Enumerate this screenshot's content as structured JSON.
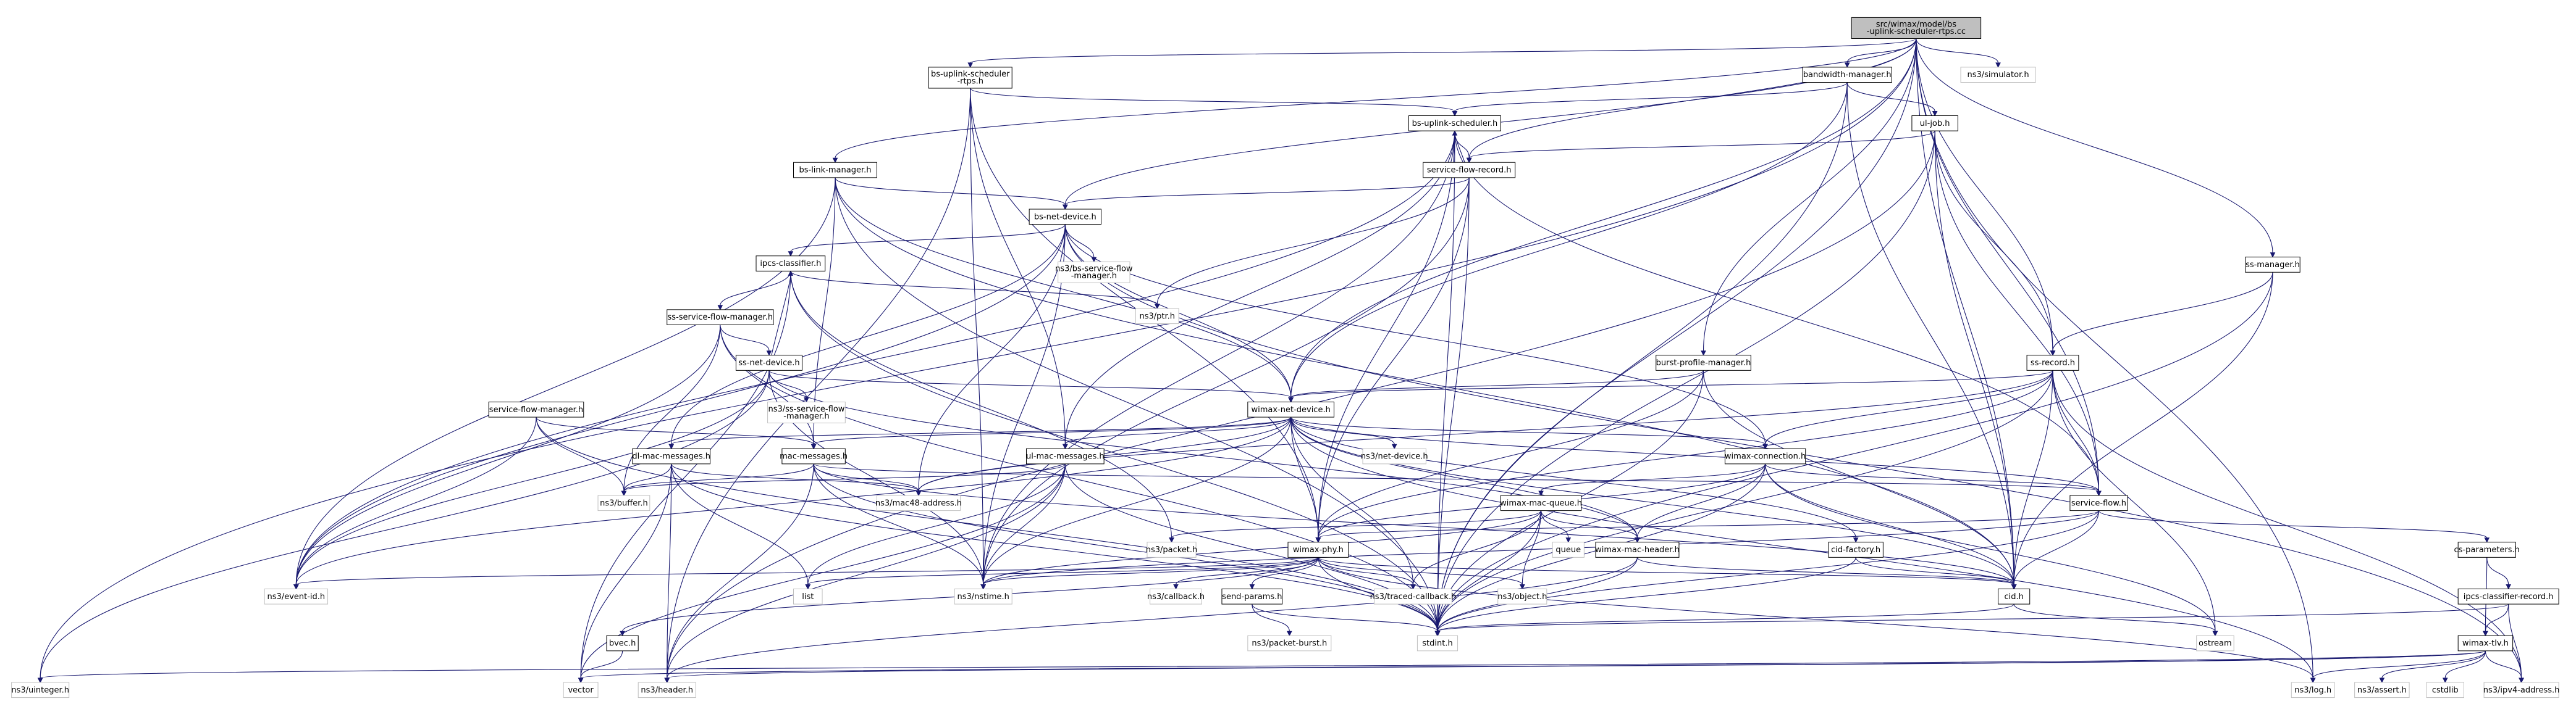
{
  "graph": {
    "root": "n_root",
    "nodes": [
      {
        "id": "n_root",
        "lines": [
          "src/wimax/model/bs",
          "-uplink-scheduler-rtps.cc"
        ],
        "kind": "root"
      },
      {
        "id": "n_bsrtps",
        "lines": [
          "bs-uplink-scheduler",
          "-rtps.h"
        ],
        "kind": "internal"
      },
      {
        "id": "n_bwmgr",
        "lines": [
          "bandwidth-manager.h"
        ],
        "kind": "internal"
      },
      {
        "id": "n_sim",
        "lines": [
          "ns3/simulator.h"
        ],
        "kind": "external"
      },
      {
        "id": "n_bsup",
        "lines": [
          "bs-uplink-scheduler.h"
        ],
        "kind": "internal"
      },
      {
        "id": "n_uljob",
        "lines": [
          "ul-job.h"
        ],
        "kind": "internal"
      },
      {
        "id": "n_bslink",
        "lines": [
          "bs-link-manager.h"
        ],
        "kind": "internal"
      },
      {
        "id": "n_sfrec",
        "lines": [
          "service-flow-record.h"
        ],
        "kind": "internal"
      },
      {
        "id": "n_bsnet",
        "lines": [
          "bs-net-device.h"
        ],
        "kind": "internal"
      },
      {
        "id": "n_ipcs",
        "lines": [
          "ipcs-classifier.h"
        ],
        "kind": "internal"
      },
      {
        "id": "n_bssfm",
        "lines": [
          "ns3/bs-service-flow",
          "-manager.h"
        ],
        "kind": "external"
      },
      {
        "id": "n_ptr",
        "lines": [
          "ns3/ptr.h"
        ],
        "kind": "external"
      },
      {
        "id": "n_sssfm",
        "lines": [
          "ss-service-flow-manager.h"
        ],
        "kind": "internal"
      },
      {
        "id": "n_ssnet",
        "lines": [
          "ss-net-device.h"
        ],
        "kind": "internal"
      },
      {
        "id": "n_sssfm2",
        "lines": [
          "ns3/ss-service-flow",
          "-manager.h"
        ],
        "kind": "external"
      },
      {
        "id": "n_sfm",
        "lines": [
          "service-flow-manager.h"
        ],
        "kind": "internal"
      },
      {
        "id": "n_burst",
        "lines": [
          "burst-profile-manager.h"
        ],
        "kind": "internal"
      },
      {
        "id": "n_ssmgr",
        "lines": [
          "ss-manager.h"
        ],
        "kind": "internal"
      },
      {
        "id": "n_ssrec",
        "lines": [
          "ss-record.h"
        ],
        "kind": "internal"
      },
      {
        "id": "n_wnd",
        "lines": [
          "wimax-net-device.h"
        ],
        "kind": "internal"
      },
      {
        "id": "n_netdev",
        "lines": [
          "ns3/net-device.h"
        ],
        "kind": "external"
      },
      {
        "id": "n_dlmac",
        "lines": [
          "dl-mac-messages.h"
        ],
        "kind": "internal"
      },
      {
        "id": "n_macmsg",
        "lines": [
          "mac-messages.h"
        ],
        "kind": "internal"
      },
      {
        "id": "n_ulmac",
        "lines": [
          "ul-mac-messages.h"
        ],
        "kind": "internal"
      },
      {
        "id": "n_wconn",
        "lines": [
          "wimax-connection.h"
        ],
        "kind": "internal"
      },
      {
        "id": "n_buffer",
        "lines": [
          "ns3/buffer.h"
        ],
        "kind": "external"
      },
      {
        "id": "n_mac48",
        "lines": [
          "ns3/mac48-address.h"
        ],
        "kind": "external"
      },
      {
        "id": "n_wmq",
        "lines": [
          "wimax-mac-queue.h"
        ],
        "kind": "internal"
      },
      {
        "id": "n_sflow",
        "lines": [
          "service-flow.h"
        ],
        "kind": "internal"
      },
      {
        "id": "n_packet",
        "lines": [
          "ns3/packet.h"
        ],
        "kind": "external"
      },
      {
        "id": "n_wphy",
        "lines": [
          "wimax-phy.h"
        ],
        "kind": "internal"
      },
      {
        "id": "n_queue",
        "lines": [
          "queue"
        ],
        "kind": "external"
      },
      {
        "id": "n_wmh",
        "lines": [
          "wimax-mac-header.h"
        ],
        "kind": "internal"
      },
      {
        "id": "n_cidf",
        "lines": [
          "cid-factory.h"
        ],
        "kind": "internal"
      },
      {
        "id": "n_csp",
        "lines": [
          "cs-parameters.h"
        ],
        "kind": "internal"
      },
      {
        "id": "n_evid",
        "lines": [
          "ns3/event-id.h"
        ],
        "kind": "external"
      },
      {
        "id": "n_list",
        "lines": [
          "list"
        ],
        "kind": "external"
      },
      {
        "id": "n_nstime",
        "lines": [
          "ns3/nstime.h"
        ],
        "kind": "external"
      },
      {
        "id": "n_cb",
        "lines": [
          "ns3/callback.h"
        ],
        "kind": "external"
      },
      {
        "id": "n_sendp",
        "lines": [
          "send-params.h"
        ],
        "kind": "internal"
      },
      {
        "id": "n_tcb",
        "lines": [
          "ns3/traced-callback.h"
        ],
        "kind": "external"
      },
      {
        "id": "n_obj",
        "lines": [
          "ns3/object.h"
        ],
        "kind": "external"
      },
      {
        "id": "n_cid",
        "lines": [
          "cid.h"
        ],
        "kind": "internal"
      },
      {
        "id": "n_ipcsrec",
        "lines": [
          "ipcs-classifier-record.h"
        ],
        "kind": "internal"
      },
      {
        "id": "n_pburst",
        "lines": [
          "ns3/packet-burst.h"
        ],
        "kind": "external"
      },
      {
        "id": "n_bvec",
        "lines": [
          "bvec.h"
        ],
        "kind": "internal"
      },
      {
        "id": "n_stdint",
        "lines": [
          "stdint.h"
        ],
        "kind": "external"
      },
      {
        "id": "n_ostream",
        "lines": [
          "ostream"
        ],
        "kind": "external"
      },
      {
        "id": "n_wtlv",
        "lines": [
          "wimax-tlv.h"
        ],
        "kind": "internal"
      },
      {
        "id": "n_uint",
        "lines": [
          "ns3/uinteger.h"
        ],
        "kind": "external"
      },
      {
        "id": "n_vector",
        "lines": [
          "vector"
        ],
        "kind": "external"
      },
      {
        "id": "n_header",
        "lines": [
          "ns3/header.h"
        ],
        "kind": "external"
      },
      {
        "id": "n_log",
        "lines": [
          "ns3/log.h"
        ],
        "kind": "external"
      },
      {
        "id": "n_assert",
        "lines": [
          "ns3/assert.h"
        ],
        "kind": "external"
      },
      {
        "id": "n_cstd",
        "lines": [
          "cstdlib"
        ],
        "kind": "external"
      },
      {
        "id": "n_ipv4",
        "lines": [
          "ns3/ipv4-address.h"
        ],
        "kind": "external"
      }
    ],
    "edges": [
      [
        "n_root",
        "n_bsrtps"
      ],
      [
        "n_root",
        "n_bwmgr"
      ],
      [
        "n_root",
        "n_sim"
      ],
      [
        "n_root",
        "n_bslink"
      ],
      [
        "n_root",
        "n_sfrec"
      ],
      [
        "n_root",
        "n_bsnet"
      ],
      [
        "n_root",
        "n_burst"
      ],
      [
        "n_root",
        "n_ssmgr"
      ],
      [
        "n_root",
        "n_ssrec"
      ],
      [
        "n_root",
        "n_sflow"
      ],
      [
        "n_root",
        "n_cid"
      ],
      [
        "n_root",
        "n_stdint"
      ],
      [
        "n_root",
        "n_uint"
      ],
      [
        "n_root",
        "n_log"
      ],
      [
        "n_root",
        "n_wnd"
      ],
      [
        "n_bsrtps",
        "n_bsup"
      ],
      [
        "n_bsrtps",
        "n_ulmac"
      ],
      [
        "n_bsrtps",
        "n_wphy"
      ],
      [
        "n_bsrtps",
        "n_nstime"
      ],
      [
        "n_bsrtps",
        "n_header"
      ],
      [
        "n_bwmgr",
        "n_bsup"
      ],
      [
        "n_bwmgr",
        "n_uljob"
      ],
      [
        "n_bwmgr",
        "n_wnd"
      ],
      [
        "n_bwmgr",
        "n_cid"
      ],
      [
        "n_bwmgr",
        "n_stdint"
      ],
      [
        "n_bsup",
        "n_sfrec"
      ],
      [
        "n_bsup",
        "n_ulmac"
      ],
      [
        "n_bsup",
        "n_wphy"
      ],
      [
        "n_bsup",
        "n_sflow"
      ],
      [
        "n_bsup",
        "n_evid"
      ],
      [
        "n_bsup",
        "n_nstime"
      ],
      [
        "n_bsup",
        "n_stdint"
      ],
      [
        "n_uljob",
        "n_sfrec"
      ],
      [
        "n_uljob",
        "n_ssrec"
      ],
      [
        "n_uljob",
        "n_sflow"
      ],
      [
        "n_uljob",
        "n_cid"
      ],
      [
        "n_uljob",
        "n_stdint"
      ],
      [
        "n_uljob",
        "n_header"
      ],
      [
        "n_bslink",
        "n_bsnet"
      ],
      [
        "n_bslink",
        "n_wnd"
      ],
      [
        "n_bslink",
        "n_macmsg"
      ],
      [
        "n_bslink",
        "n_cid"
      ],
      [
        "n_bslink",
        "n_evid"
      ],
      [
        "n_bslink",
        "n_stdint"
      ],
      [
        "n_sfrec",
        "n_bsup"
      ],
      [
        "n_sfrec",
        "n_bsnet"
      ],
      [
        "n_sfrec",
        "n_ptr"
      ],
      [
        "n_sfrec",
        "n_nstime"
      ],
      [
        "n_sfrec",
        "n_wphy"
      ],
      [
        "n_sfrec",
        "n_stdint"
      ],
      [
        "n_bsnet",
        "n_ipcs"
      ],
      [
        "n_bsnet",
        "n_bssfm"
      ],
      [
        "n_bsnet",
        "n_wnd"
      ],
      [
        "n_bsnet",
        "n_dlmac"
      ],
      [
        "n_bsnet",
        "n_wconn"
      ],
      [
        "n_bsnet",
        "n_mac48"
      ],
      [
        "n_bsnet",
        "n_nstime"
      ],
      [
        "n_bsnet",
        "n_evid"
      ],
      [
        "n_bsnet",
        "n_ipv4"
      ],
      [
        "n_ipcs",
        "n_sssfm"
      ],
      [
        "n_ipcs",
        "n_ptr"
      ],
      [
        "n_ipcs",
        "n_packet"
      ],
      [
        "n_ipcs",
        "n_stdint"
      ],
      [
        "n_ipcs",
        "n_vector"
      ],
      [
        "n_sssfm",
        "n_ssnet"
      ],
      [
        "n_sssfm",
        "n_macmsg"
      ],
      [
        "n_sssfm",
        "n_buffer"
      ],
      [
        "n_sssfm",
        "n_evid"
      ],
      [
        "n_sssfm",
        "n_stdint"
      ],
      [
        "n_ssnet",
        "n_ipcs"
      ],
      [
        "n_ssnet",
        "n_sssfm2"
      ],
      [
        "n_ssnet",
        "n_wnd"
      ],
      [
        "n_ssnet",
        "n_nstime"
      ],
      [
        "n_ssnet",
        "n_evid"
      ],
      [
        "n_ssnet",
        "n_uint"
      ],
      [
        "n_ssnet",
        "n_wmh"
      ],
      [
        "n_sfm",
        "n_macmsg"
      ],
      [
        "n_sfm",
        "n_buffer"
      ],
      [
        "n_sfm",
        "n_evid"
      ],
      [
        "n_sfm",
        "n_stdint"
      ],
      [
        "n_burst",
        "n_wnd"
      ],
      [
        "n_burst",
        "n_cid"
      ],
      [
        "n_burst",
        "n_stdint"
      ],
      [
        "n_burst",
        "n_wphy"
      ],
      [
        "n_ssmgr",
        "n_ssrec"
      ],
      [
        "n_ssmgr",
        "n_cid"
      ],
      [
        "n_ssmgr",
        "n_stdint"
      ],
      [
        "n_ssrec",
        "n_wnd"
      ],
      [
        "n_ssrec",
        "n_wconn"
      ],
      [
        "n_ssrec",
        "n_sflow"
      ],
      [
        "n_ssrec",
        "n_cid"
      ],
      [
        "n_ssrec",
        "n_mac48"
      ],
      [
        "n_ssrec",
        "n_ipv4"
      ],
      [
        "n_ssrec",
        "n_stdint"
      ],
      [
        "n_ssrec",
        "n_ostream"
      ],
      [
        "n_ssrec",
        "n_wphy"
      ],
      [
        "n_wnd",
        "n_netdev"
      ],
      [
        "n_wnd",
        "n_dlmac"
      ],
      [
        "n_wnd",
        "n_macmsg"
      ],
      [
        "n_wnd",
        "n_ulmac"
      ],
      [
        "n_wnd",
        "n_wconn"
      ],
      [
        "n_wnd",
        "n_mac48"
      ],
      [
        "n_wnd",
        "n_wphy"
      ],
      [
        "n_wnd",
        "n_wmh"
      ],
      [
        "n_wnd",
        "n_cidf"
      ],
      [
        "n_wnd",
        "n_cid"
      ],
      [
        "n_wnd",
        "n_evid"
      ],
      [
        "n_wnd",
        "n_tcb"
      ],
      [
        "n_wnd",
        "n_nstime"
      ],
      [
        "n_wnd",
        "n_log"
      ],
      [
        "n_wnd",
        "n_sflow"
      ],
      [
        "n_dlmac",
        "n_buffer"
      ],
      [
        "n_dlmac",
        "n_list"
      ],
      [
        "n_dlmac",
        "n_stdint"
      ],
      [
        "n_dlmac",
        "n_header"
      ],
      [
        "n_dlmac",
        "n_vector"
      ],
      [
        "n_dlmac",
        "n_mac48"
      ],
      [
        "n_macmsg",
        "n_buffer"
      ],
      [
        "n_macmsg",
        "n_mac48"
      ],
      [
        "n_macmsg",
        "n_sflow"
      ],
      [
        "n_macmsg",
        "n_cid"
      ],
      [
        "n_macmsg",
        "n_stdint"
      ],
      [
        "n_macmsg",
        "n_header"
      ],
      [
        "n_macmsg",
        "n_nstime"
      ],
      [
        "n_ulmac",
        "n_buffer"
      ],
      [
        "n_ulmac",
        "n_list"
      ],
      [
        "n_ulmac",
        "n_stdint"
      ],
      [
        "n_ulmac",
        "n_header"
      ],
      [
        "n_ulmac",
        "n_nstime"
      ],
      [
        "n_ulmac",
        "n_vector"
      ],
      [
        "n_wconn",
        "n_wmq"
      ],
      [
        "n_wconn",
        "n_sflow"
      ],
      [
        "n_wconn",
        "n_cid"
      ],
      [
        "n_wconn",
        "n_wmh"
      ],
      [
        "n_wconn",
        "n_wphy"
      ],
      [
        "n_wconn",
        "n_stdint"
      ],
      [
        "n_wconn",
        "n_ostream"
      ],
      [
        "n_wmq",
        "n_packet"
      ],
      [
        "n_wmq",
        "n_queue"
      ],
      [
        "n_wmq",
        "n_obj"
      ],
      [
        "n_wmq",
        "n_wmh"
      ],
      [
        "n_wmq",
        "n_tcb"
      ],
      [
        "n_wmq",
        "n_nstime"
      ],
      [
        "n_wmq",
        "n_stdint"
      ],
      [
        "n_sflow",
        "n_csp"
      ],
      [
        "n_sflow",
        "n_cid"
      ],
      [
        "n_sflow",
        "n_stdint"
      ],
      [
        "n_sflow",
        "n_nstime"
      ],
      [
        "n_sflow",
        "n_wphy"
      ],
      [
        "n_wphy",
        "n_evid"
      ],
      [
        "n_wphy",
        "n_list"
      ],
      [
        "n_wphy",
        "n_nstime"
      ],
      [
        "n_wphy",
        "n_cb"
      ],
      [
        "n_wphy",
        "n_sendp"
      ],
      [
        "n_wphy",
        "n_tcb"
      ],
      [
        "n_wphy",
        "n_obj"
      ],
      [
        "n_wphy",
        "n_bvec"
      ],
      [
        "n_wphy",
        "n_stdint"
      ],
      [
        "n_wphy",
        "n_cid"
      ],
      [
        "n_wphy",
        "n_log"
      ],
      [
        "n_wmh",
        "n_cid"
      ],
      [
        "n_wmh",
        "n_stdint"
      ],
      [
        "n_wmh",
        "n_header"
      ],
      [
        "n_cidf",
        "n_cid"
      ],
      [
        "n_cidf",
        "n_stdint"
      ],
      [
        "n_csp",
        "n_ipcsrec"
      ],
      [
        "n_csp",
        "n_wtlv"
      ],
      [
        "n_ipcsrec",
        "n_wtlv"
      ],
      [
        "n_ipcsrec",
        "n_ipv4"
      ],
      [
        "n_ipcsrec",
        "n_stdint"
      ],
      [
        "n_sendp",
        "n_pburst"
      ],
      [
        "n_sendp",
        "n_stdint"
      ],
      [
        "n_bvec",
        "n_vector"
      ],
      [
        "n_cid",
        "n_stdint"
      ],
      [
        "n_cid",
        "n_ostream"
      ],
      [
        "n_wtlv",
        "n_header"
      ],
      [
        "n_wtlv",
        "n_vector"
      ],
      [
        "n_wtlv",
        "n_log"
      ],
      [
        "n_wtlv",
        "n_assert"
      ],
      [
        "n_wtlv",
        "n_cstd"
      ],
      [
        "n_wtlv",
        "n_ipv4"
      ],
      [
        "n_wtlv",
        "n_uint"
      ]
    ]
  }
}
